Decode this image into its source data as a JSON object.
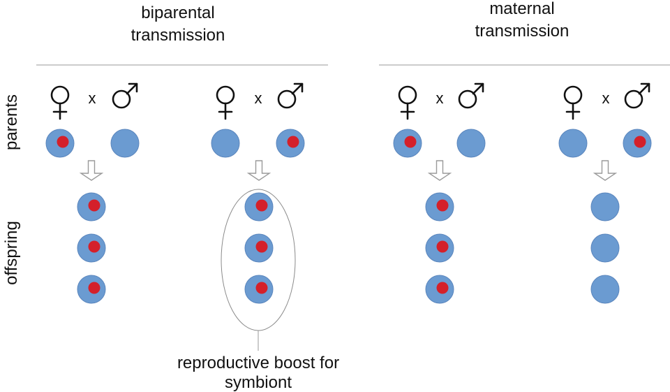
{
  "headers": {
    "biparental": [
      "biparental",
      "transmission"
    ],
    "maternal": [
      "maternal",
      "transmission"
    ]
  },
  "row_labels": {
    "parents": "parents",
    "offspring": "offspring"
  },
  "cross_symbol": "x",
  "annotation": [
    "reproductive boost for",
    "symbiont"
  ],
  "colors": {
    "cell": "#6b9bd1",
    "symbiont": "#d4202a",
    "arrow_outline": "#9a9a9a"
  },
  "icons": [
    "female-symbol-icon",
    "male-symbol-icon"
  ],
  "crosses": [
    {
      "section": "biparental",
      "mother_has_symbiont": true,
      "father_has_symbiont": false,
      "offspring_with_symbiont": [
        true,
        true,
        true
      ]
    },
    {
      "section": "biparental",
      "mother_has_symbiont": false,
      "father_has_symbiont": true,
      "offspring_with_symbiont": [
        true,
        true,
        true
      ]
    },
    {
      "section": "maternal",
      "mother_has_symbiont": true,
      "father_has_symbiont": false,
      "offspring_with_symbiont": [
        true,
        true,
        true
      ]
    },
    {
      "section": "maternal",
      "mother_has_symbiont": false,
      "father_has_symbiont": true,
      "offspring_with_symbiont": [
        false,
        false,
        false
      ]
    }
  ]
}
